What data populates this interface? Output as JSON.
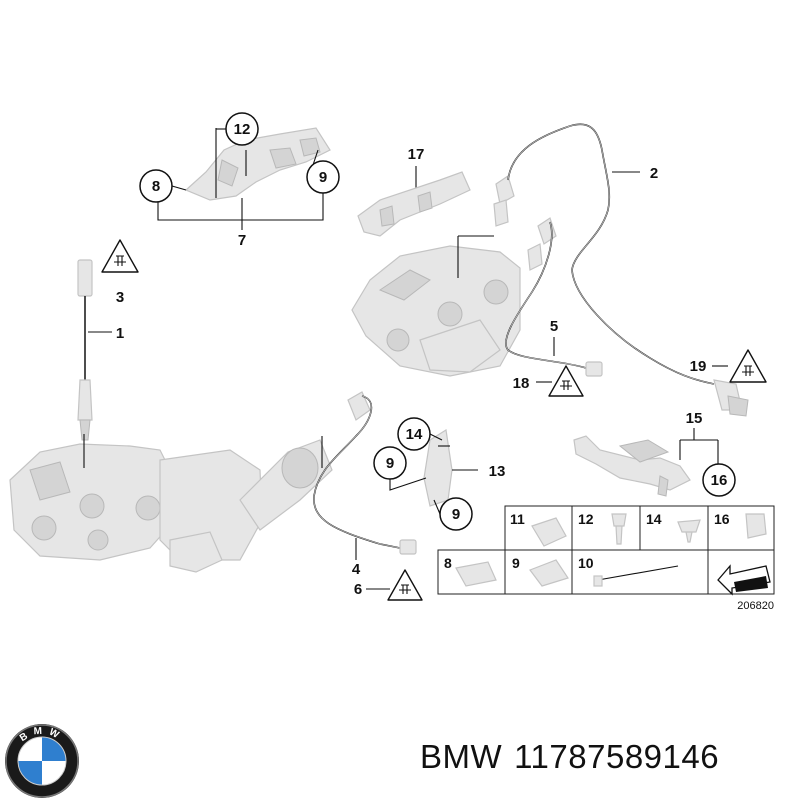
{
  "callout_labels": {
    "p1": "1",
    "p2": "2",
    "p3": "3",
    "p4": "4",
    "p5": "5",
    "p6": "6",
    "p7": "7",
    "p8": "8",
    "p9": "9",
    "p12": "12",
    "p13": "13",
    "p14": "14",
    "p15": "15",
    "p16": "16",
    "p17": "17",
    "p18": "18",
    "p19": "19"
  },
  "parts_table": {
    "cells": [
      "11",
      "12",
      "14",
      "16",
      "8",
      "9",
      "10"
    ]
  },
  "diagram_reference": "206820",
  "footer": {
    "brand": "BMW",
    "part_number": "11787589146"
  },
  "logo": {
    "text": "BMW",
    "colors": {
      "ring": "#1a1a1a",
      "blue": "#2f7fcf",
      "white": "#ffffff"
    }
  },
  "colors": {
    "line": "#111111",
    "part_fill": "#e6e6e6",
    "part_stroke": "#c4c4c4"
  }
}
